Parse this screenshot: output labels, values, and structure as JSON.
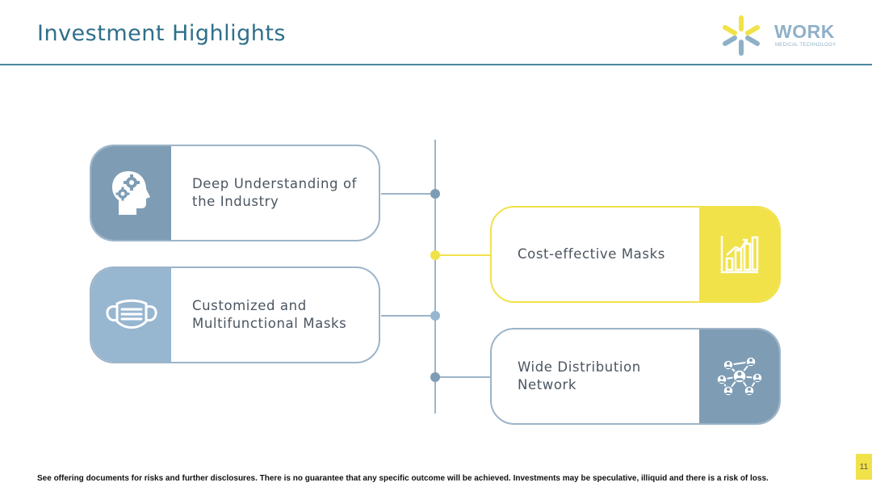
{
  "header": {
    "title": "Investment Highlights",
    "logo": {
      "word": "WORK",
      "subtitle": "MEDICAL TECHNOLOGY"
    }
  },
  "colors": {
    "accent_blue": "#2f6f8a",
    "steel_blue": "#7e9db5",
    "light_blue": "#97b6d0",
    "yellow": "#f1e24a",
    "line": "#9db4c8"
  },
  "highlights": [
    {
      "label": "Deep Understanding of the Industry",
      "icon": "head-gears-icon"
    },
    {
      "label": "Customized and Multifunctional Masks",
      "icon": "face-mask-icon"
    },
    {
      "label": "Cost-effective Masks",
      "icon": "bar-chart-growth-icon"
    },
    {
      "label": "Wide Distribution Network",
      "icon": "people-network-icon"
    }
  ],
  "footer": {
    "disclaimer": "See offering documents for risks and further disclosures. There is no guarantee that any specific outcome will be achieved. Investments may be speculative, illiquid and there is a risk of loss."
  },
  "page_number": "11"
}
